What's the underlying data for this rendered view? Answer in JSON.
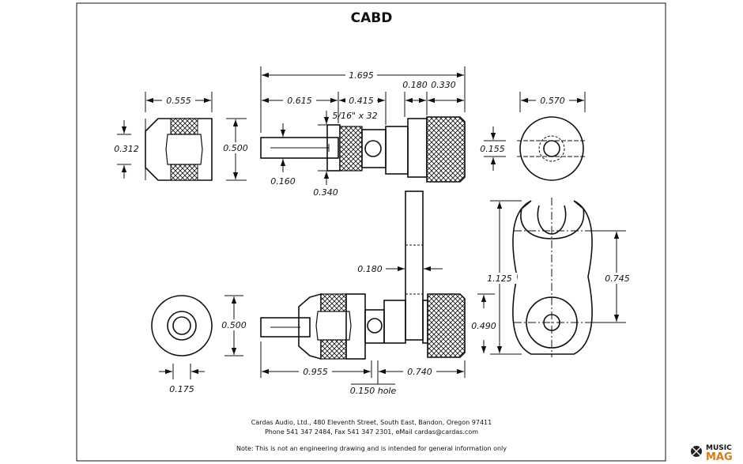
{
  "title": "CABD",
  "dims": {
    "overall_length": "1.695",
    "d_0_615": "0.615",
    "d_0_415": "0.415",
    "d_0_180_top": "0.180",
    "d_0_330": "0.330",
    "thread": "5/16\" x 32",
    "d_0_555": "0.555",
    "d_0_312": "0.312",
    "d_0_500_top": "0.500",
    "d_0_160": "0.160",
    "d_0_340": "0.340",
    "d_0_570": "0.570",
    "d_0_155": "0.155",
    "d_0_180_mid": "0.180",
    "d_1_125": "1.125",
    "d_0_745": "0.745",
    "d_0_490": "0.490",
    "d_0_500_bot": "0.500",
    "d_0_175": "0.175",
    "d_0_955": "0.955",
    "d_0_740": "0.740",
    "hole": "0.150 hole"
  },
  "footer": {
    "line1": "Cardas Audio, Ltd., 480 Eleventh Street, South East, Bandon, Oregon 97411",
    "line2": "Phone 541 347 2484, Fax 541 347 2301, eMail cardas@cardas.com",
    "note": "Note:  This is not an engineering drawing and is intended for general information only"
  },
  "watermark": {
    "top": "MUSIC",
    "bottom": "MAG"
  }
}
